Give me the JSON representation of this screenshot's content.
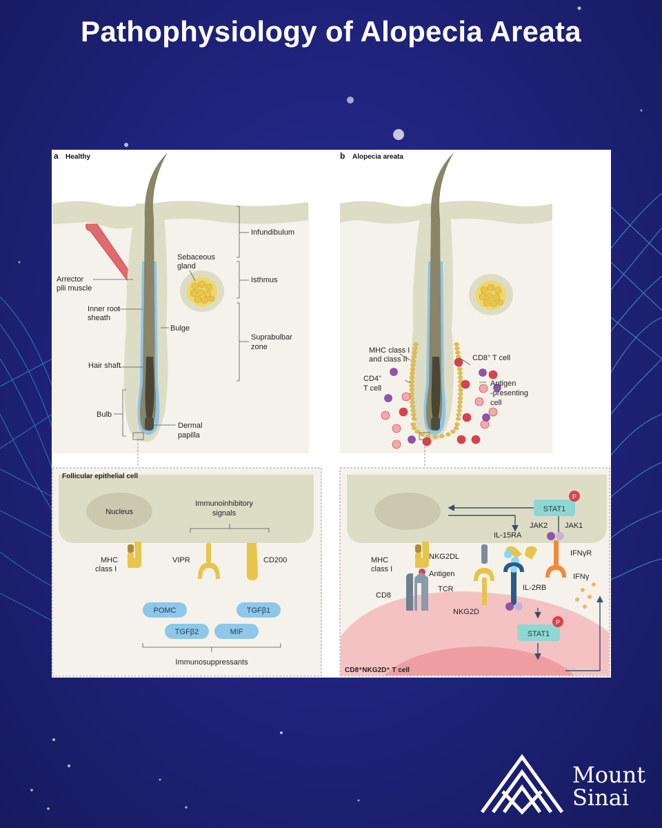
{
  "title": "Pathophysiology of Alopecia Areata",
  "panel_a": {
    "letter": "a",
    "title": "Healthy",
    "labels": {
      "infundibulum": "Infundibulum",
      "sebaceous_1": "Sebaceous",
      "sebaceous_2": "gland",
      "isthmus": "Isthmus",
      "arrector_1": "Arrector",
      "arrector_2": "pili muscle",
      "inner_root_1": "Inner root",
      "inner_root_2": "sheath",
      "bulge": "Bulge",
      "suprabulbar_1": "Suprabulbar",
      "suprabulbar_2": "zone",
      "hair_shaft": "Hair shaft",
      "bulb": "Bulb",
      "dermal_1": "Dermal",
      "dermal_2": "papilla"
    },
    "inset": {
      "title": "Follicular epithelial cell",
      "nucleus": "Nucleus",
      "immunoinhibitory_1": "Immunoinhibitory",
      "immunoinhibitory_2": "signals",
      "mhc_1": "MHC",
      "mhc_2": "class I",
      "vipr": "VIPR",
      "cd200": "CD200",
      "pills": [
        "POMC",
        "TGFβ1",
        "TGFβ2",
        "MIF"
      ],
      "immunosuppressants": "Immunosuppressants"
    }
  },
  "panel_b": {
    "letter": "b",
    "title": "Alopecia areata",
    "labels": {
      "mhc_1": "MHC class I",
      "mhc_2": "and class II",
      "cd8_main": "CD8",
      "cd8_sup": "+",
      "cd8_rest": " T cell",
      "cd4_main": "CD4",
      "cd4_sup": "+",
      "cd4_rest": "T cell",
      "apc_1": "Antigen",
      "apc_2": "-presenting",
      "apc_3": "cell"
    },
    "inset": {
      "stat1_top": "STAT1",
      "p": "P",
      "jak2": "JAK2",
      "jak1": "JAK1",
      "il15ra": "IL-15RA",
      "ifngr": "IFNγR",
      "mhc_1": "MHC",
      "mhc_2": "class I",
      "nkg2dl": "NKG2DL",
      "antigen": "Antigen",
      "ifng": "IFNγ",
      "cd8": "CD8",
      "tcr": "TCR",
      "il2rb": "IL-2RB",
      "nkg2d": "NKG2D",
      "stat1_bottom": "STAT1",
      "cell_title": "CD8⁺NKG2D⁺ T cell"
    }
  },
  "logo": {
    "line1": "Mount",
    "line2": "Sinai"
  },
  "colors": {
    "background": "#20247e",
    "tissue": "#ddddc6",
    "dermis": "#f4f2ea",
    "sheath": "#8fc3e4",
    "hair": "#4a4635",
    "follicle_cells": "#d9b94f",
    "pill": "#8ec7e8",
    "stat": "#8ed7d3",
    "t_cell_red": "#d8424f",
    "t_cell_pink": "#f3a9ad",
    "apc_purple": "#9253a8",
    "pink_cell": "#f5c2c4"
  }
}
